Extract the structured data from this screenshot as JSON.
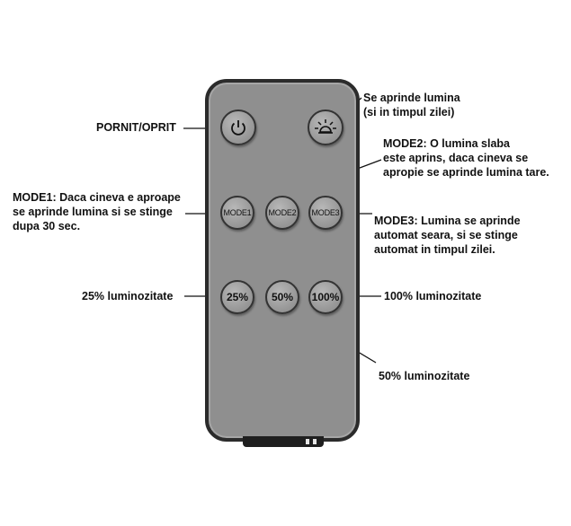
{
  "buttons": {
    "mode1": "MODE1",
    "mode2": "MODE2",
    "mode3": "MODE3",
    "pct25": "25%",
    "pct50": "50%",
    "pct100": "100%"
  },
  "labels": {
    "power": "PORNIT/OPRIT",
    "light": "Se aprinde lumina\n (si in timpul zilei)",
    "mode2": "MODE2: O lumina slaba\neste aprins, daca cineva se\napropie se aprinde lumina tare.",
    "mode1": "MODE1: Daca cineva e aproape\nse aprinde lumina si se stinge\ndupa 30 sec.",
    "mode3": "MODE3: Lumina se aprinde\nautomat seara, si se stinge\nautomat in timpul zilei.",
    "pct25": "25% luminozitate",
    "pct100": "100% luminozitate",
    "pct50": "50% luminozitate"
  },
  "icons": [
    "power-icon",
    "light-icon"
  ]
}
